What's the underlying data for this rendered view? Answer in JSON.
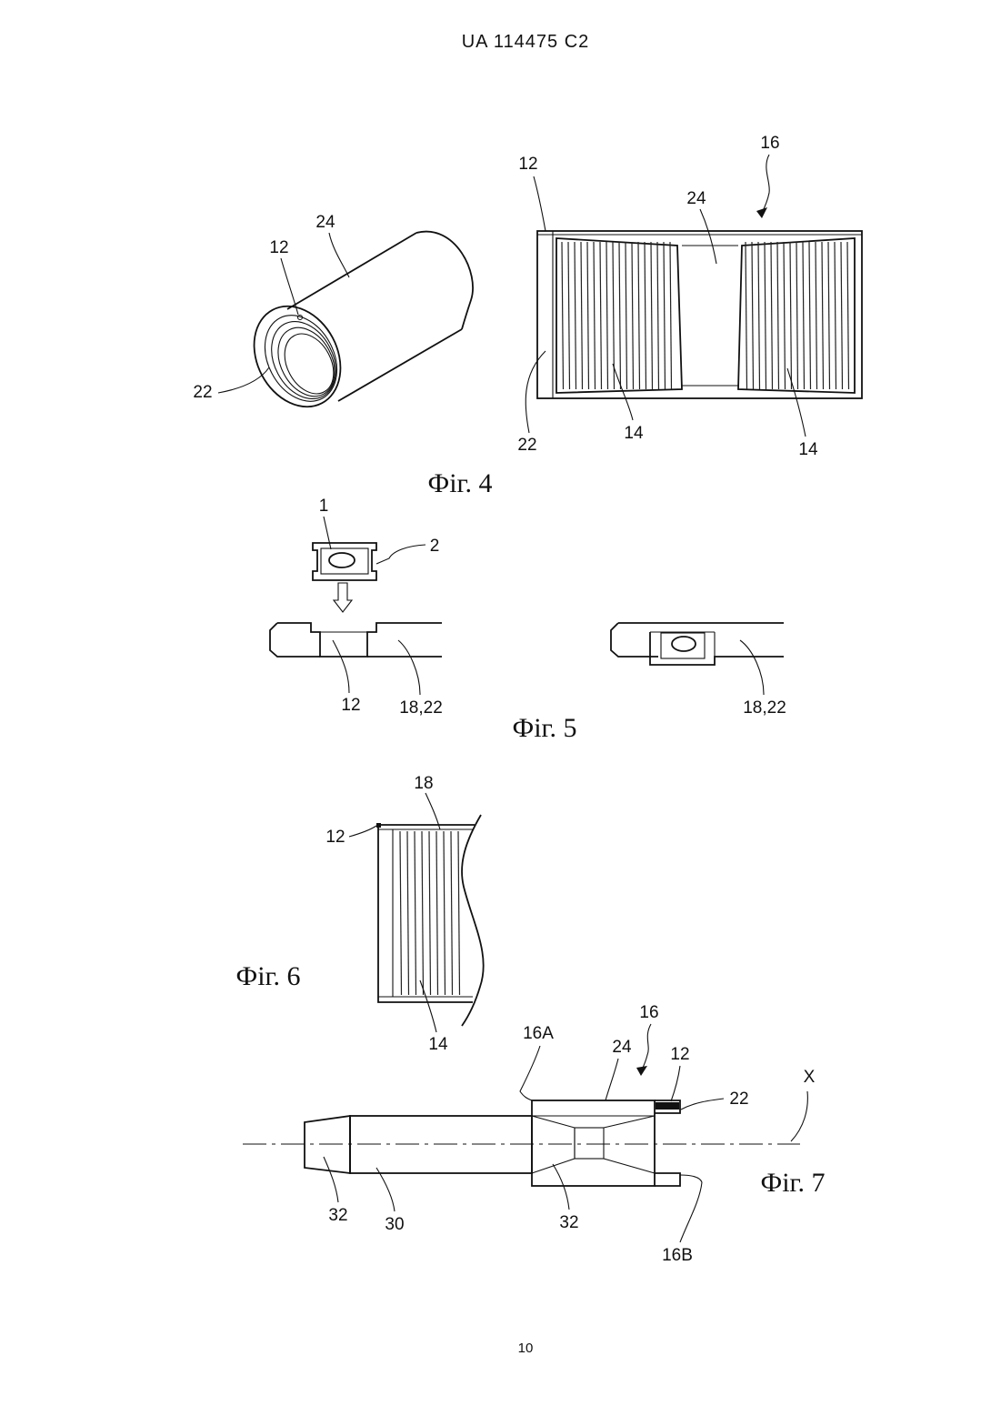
{
  "header": {
    "text": "UA   114475   C2"
  },
  "page_number": "10",
  "figures": [
    {
      "caption": "Фіг. 4",
      "labels": {
        "sleeve_24": "24",
        "sleeve_12": "12",
        "sleeve_22": "22",
        "side_16": "16",
        "side_12": "12",
        "side_24": "24",
        "side_22": "22",
        "side_14a": "14",
        "side_14b": "14"
      }
    },
    {
      "caption": "Фіг. 5",
      "labels": {
        "chip_1": "1",
        "chip_2": "2",
        "slot_12": "12",
        "ring_left": "18,22",
        "ring_right": "18,22"
      }
    },
    {
      "caption": "Фіг. 6",
      "labels": {
        "top_18": "18",
        "left_12": "12",
        "bottom_14": "14"
      }
    },
    {
      "caption": "Фіг. 7",
      "labels": {
        "l16": "16",
        "l16A": "16A",
        "l24": "24",
        "l12": "12",
        "l22": "22",
        "lX": "X",
        "l32a": "32",
        "l30": "30",
        "l32b": "32",
        "l16B": "16B"
      }
    }
  ]
}
